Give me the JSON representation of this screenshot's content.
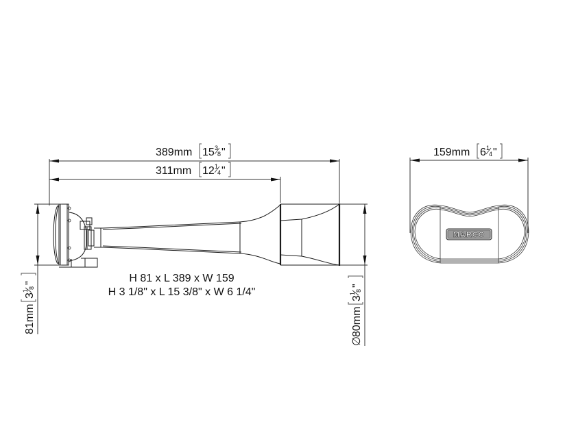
{
  "drawing": {
    "subject": "Trumpet air horn dimension drawing",
    "colors": {
      "line": "#1a1a1a",
      "background": "#ffffff"
    }
  },
  "dimensions": {
    "overall_length": {
      "metric": "389mm",
      "imperial_whole": "15",
      "imperial_num": "3",
      "imperial_den": "8",
      "imperial_suffix": "\""
    },
    "trumpet_length": {
      "metric": "311mm",
      "imperial_whole": "12",
      "imperial_num": "1",
      "imperial_den": "4",
      "imperial_suffix": "\""
    },
    "width": {
      "metric": "159mm",
      "imperial_whole": "6",
      "imperial_num": "1",
      "imperial_den": "4",
      "imperial_suffix": "\""
    },
    "height": {
      "metric": "81mm",
      "imperial_whole": "3",
      "imperial_num": "1",
      "imperial_den": "8",
      "imperial_suffix": "\""
    },
    "bell_diameter": {
      "prefix": "∅",
      "metric": "80mm",
      "imperial_whole": "3",
      "imperial_num": "1",
      "imperial_den": "8",
      "imperial_suffix": "\""
    }
  },
  "summary": {
    "metric_line": "H 81 x L 389 x W 159",
    "imperial_line": "H 3 1/8\" x L 15 3/8\" x W 6 1/4\""
  },
  "logo": {
    "text": "MARCO"
  }
}
